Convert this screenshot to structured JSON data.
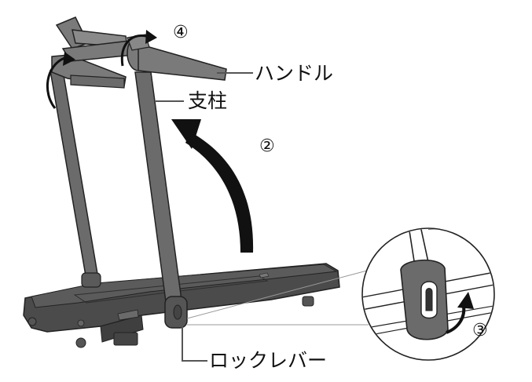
{
  "labels": {
    "handle": "ハンドル",
    "column": "支柱",
    "lock_lever": "ロックレバー"
  },
  "steps": {
    "step2": "②",
    "step3": "③",
    "step4": "④"
  },
  "colors": {
    "line": "#222222",
    "deck_fill": "#4a4a4a",
    "deck_top": "#5a5a5a",
    "frame_fill": "#6b6b6b",
    "arrow_fill": "#111111"
  }
}
